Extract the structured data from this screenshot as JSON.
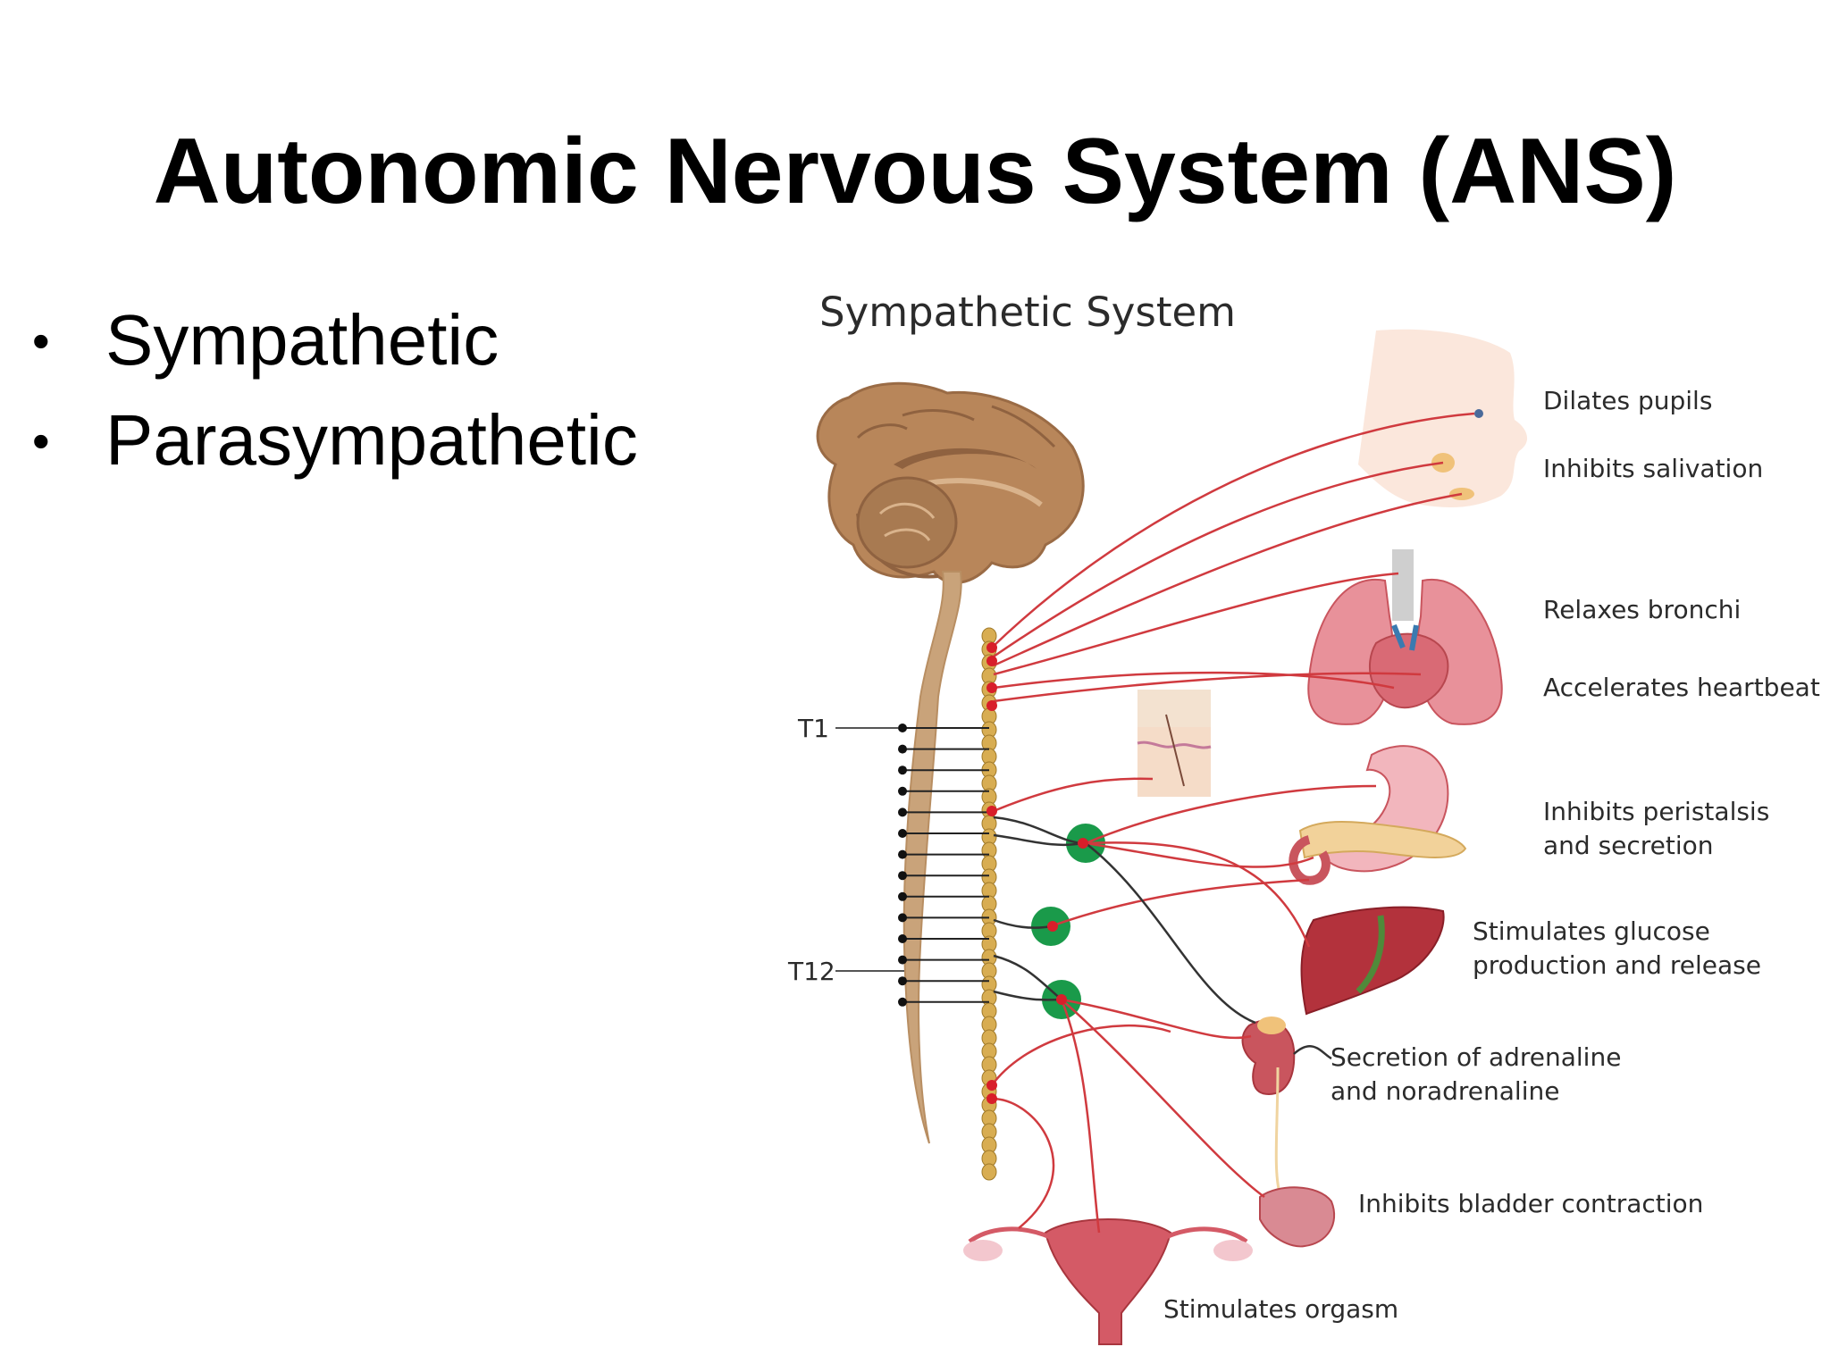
{
  "title": "Autonomic Nervous System (ANS)",
  "bullets": [
    "Sympathetic",
    "Parasympathetic"
  ],
  "diagram": {
    "title": "Sympathetic System",
    "spine_labels": {
      "t1": "T1",
      "t12": "T12"
    },
    "effects": {
      "pupils": "Dilates pupils",
      "salivation": "Inhibits salivation",
      "bronchi": "Relaxes bronchi",
      "heart": "Accelerates heartbeat",
      "stomach_1": "Inhibits peristalsis",
      "stomach_2": "and secretion",
      "liver_1": "Stimulates glucose",
      "liver_2": "production and release",
      "adrenal_1": "Secretion of adrenaline",
      "adrenal_2": "and noradrenaline",
      "bladder": "Inhibits bladder contraction",
      "reproductive": "Stimulates orgasm"
    },
    "colors": {
      "nerve": "#d03a3f",
      "spinal_cord": "#c9a37a",
      "brain": "#b8865a",
      "ganglion": "#1a9a4a",
      "organ": "#c9555e"
    }
  }
}
